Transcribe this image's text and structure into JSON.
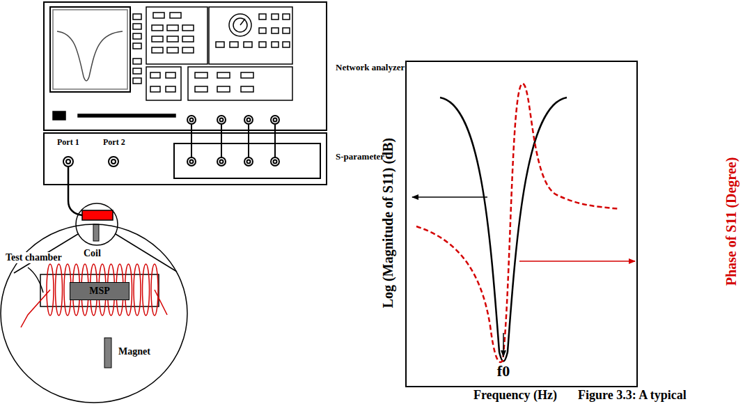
{
  "diagram": {
    "caption": "Figure 3.3: A typical",
    "nodes": [
      {
        "text": [
          "Network analyzer"
        ]
      },
      {
        "text": [
          "Port 1",
          "Port 2",
          "S-parameter"
        ]
      },
      {
        "text": [
          "MSP"
        ]
      }
    ],
    "labels": [
      "Coil",
      "Test chamber",
      "Magnet",
      "Log (Magnitude of S11) (dB)",
      "Phase of S11 (Degree)",
      "Frequency (Hz)",
      "f0"
    ]
  }
}
